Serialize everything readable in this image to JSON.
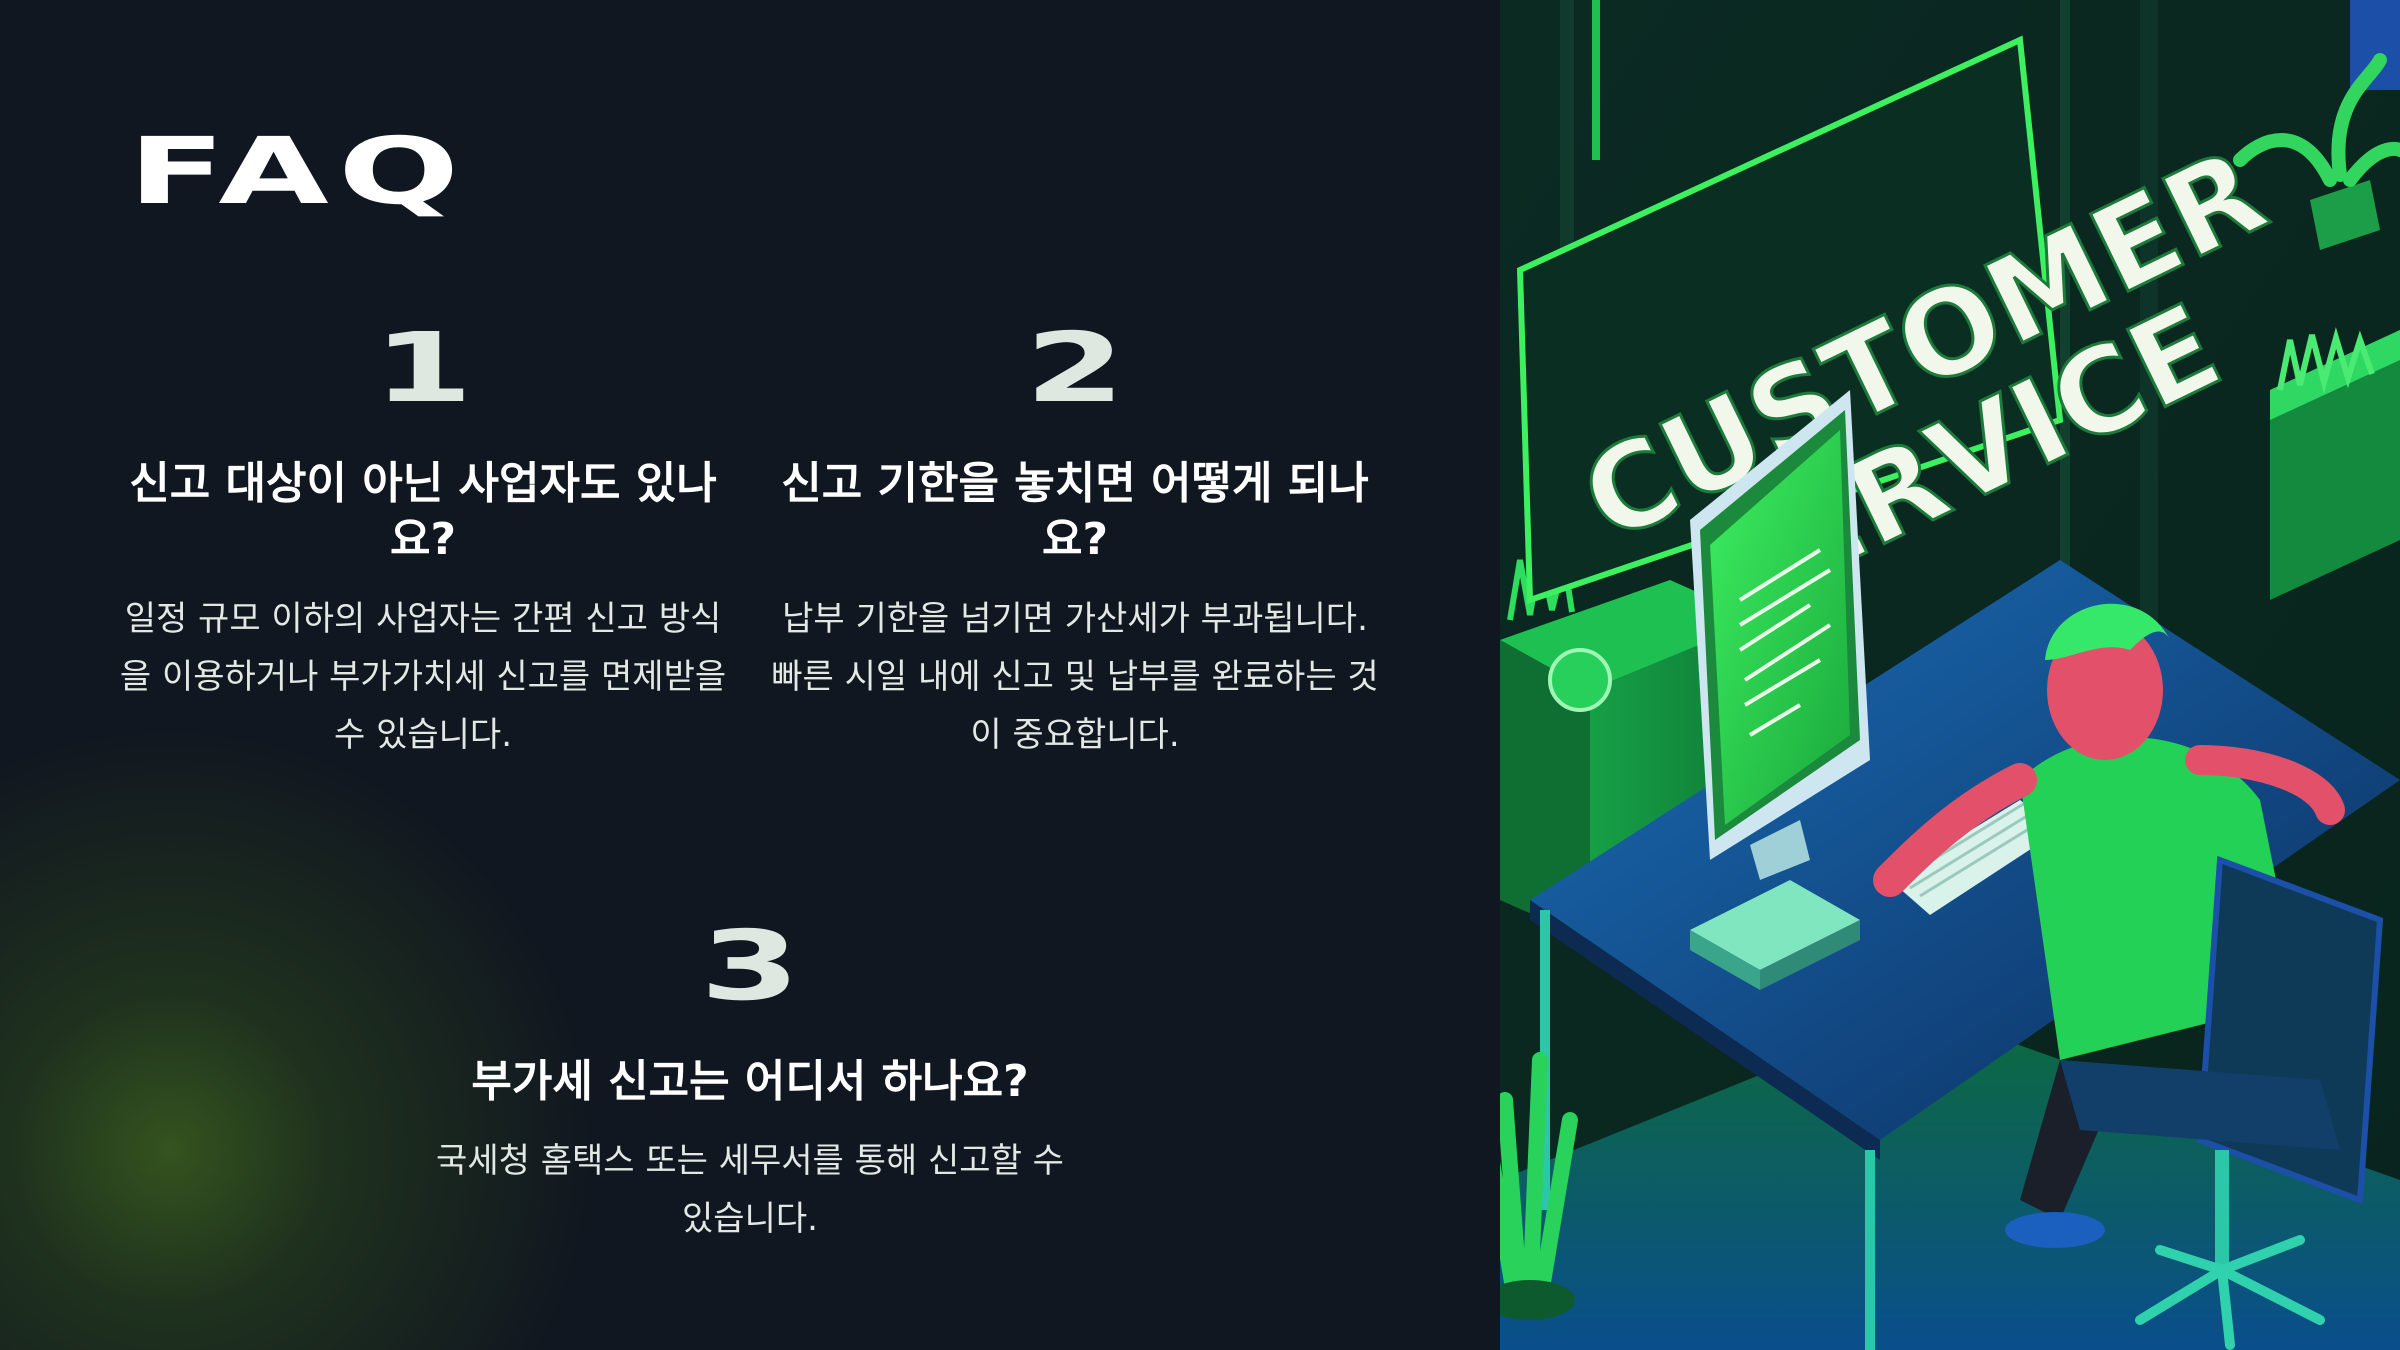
{
  "slide": {
    "title": "FAQ",
    "items": [
      {
        "number": "1",
        "question": "신고 대상이 아닌 사업자도 있나요?",
        "answer": "일정 규모 이하의 사업자는 간편 신고 방식을 이용하거나 부가가치세 신고를 면제받을 수 있습니다."
      },
      {
        "number": "2",
        "question": "신고 기한을 놓치면 어떻게 되나요?",
        "answer": "납부 기한을 넘기면 가산세가 부과됩니다. 빠른 시일 내에 신고 및 납부를 완료하는 것이 중요합니다."
      },
      {
        "number": "3",
        "question": "부가세 신고는 어디서 하나요?",
        "answer": "국세청 홈택스 또는 세무서를 통해 신고할 수 있습니다."
      }
    ]
  },
  "illustration": {
    "sign_line1": "CUSTOMER",
    "sign_line2": "SERVICE",
    "colors": {
      "neon_green": "#39e85a",
      "dark_teal": "#0a1d1a",
      "desk_blue": "#1b4fa8",
      "skin": "#e2506a",
      "background": "#111720"
    }
  }
}
